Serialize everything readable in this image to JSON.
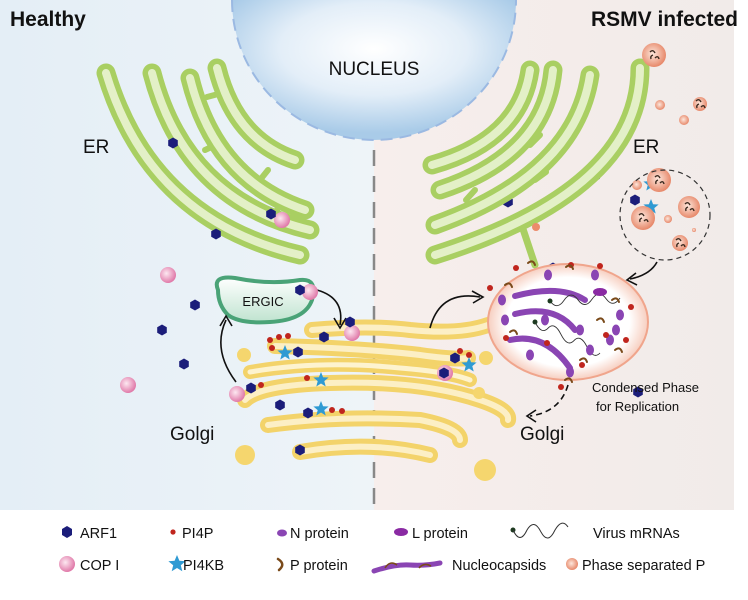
{
  "panels": {
    "left_title": "Healthy",
    "right_title": "RSMV infected"
  },
  "labels": {
    "nucleus": "NUCLEUS",
    "er_left": "ER",
    "er_right": "ER",
    "ergic": "ERGIC",
    "golgi_left": "Golgi",
    "golgi_right": "Golgi",
    "condensed_line1": "Condensed Phase",
    "condensed_line2": "for Replication"
  },
  "colors": {
    "healthy_bg": "#e8f1f7",
    "infected_bg": "#f4ecea",
    "er_green": "#a8cf5c",
    "ergic_green": "#4aa377",
    "golgi_yellow": "#f3d36a",
    "nucleus_blue": "#a9cbe8",
    "arf1": "#1b1d7a",
    "pi4p": "#c0251d",
    "cop1": "#e88fb8",
    "pi4kb": "#2f9ad3",
    "n_protein": "#8a45b3",
    "l_protein": "#8a2aa3",
    "p_protein": "#7a4a1a",
    "phase_p": "#e58060"
  },
  "legend": [
    {
      "icon": "arf1-hexagon",
      "label": "ARF1"
    },
    {
      "icon": "pi4p-dot",
      "label": "PI4P"
    },
    {
      "icon": "n-protein-oval",
      "label": "N protein"
    },
    {
      "icon": "l-protein-oval",
      "label": "L protein"
    },
    {
      "icon": "virus-mrna-wave",
      "label": "Virus mRNAs"
    },
    {
      "icon": "cop1-sphere",
      "label": "COP I"
    },
    {
      "icon": "pi4kb-star",
      "label": "PI4KB"
    },
    {
      "icon": "p-protein-hook",
      "label": "P protein"
    },
    {
      "icon": "nucleocapsid-chain",
      "label": "Nucleocapsids"
    },
    {
      "icon": "phase-separated-p-droplet",
      "label": "Phase separated P"
    }
  ]
}
